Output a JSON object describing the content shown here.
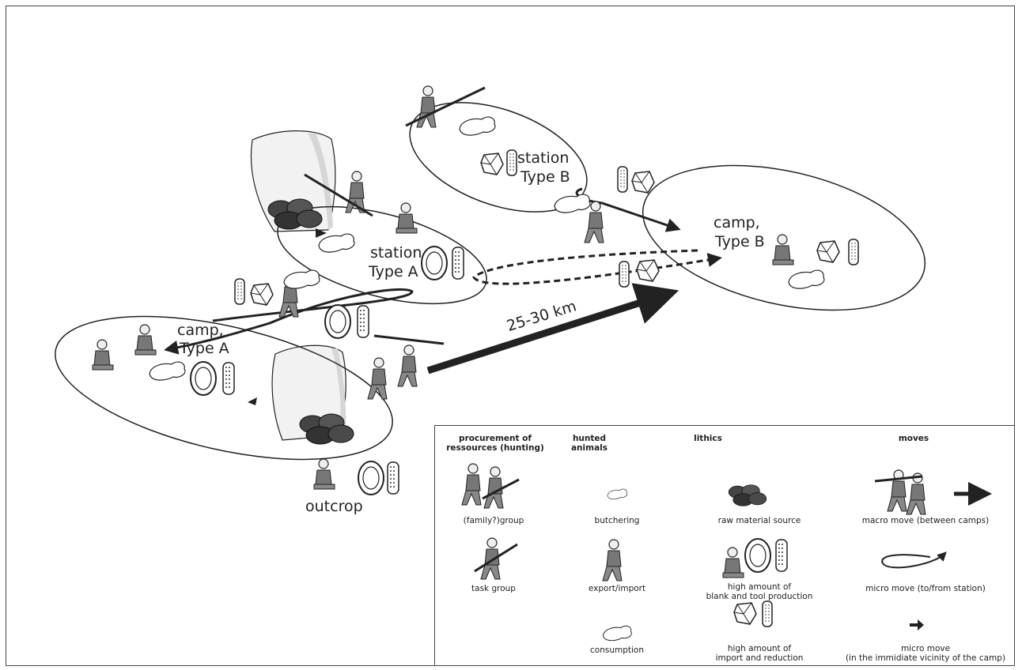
{
  "diagram": {
    "labels": {
      "station_b_line1": "station",
      "station_b_line2": "Type B",
      "station_a_line1": "station",
      "station_a_line2": "Type A",
      "camp_b_line1": "camp,",
      "camp_b_line2": "Type B",
      "camp_a_line1": "camp,",
      "camp_a_line2": "Type A",
      "outcrop": "outcrop",
      "distance": "25-30 km"
    }
  },
  "legend": {
    "headers": {
      "procurement": "procurement of ressources (hunting)",
      "hunted": "hunted animals",
      "lithics": "lithics",
      "moves": "moves"
    },
    "items": {
      "family_group": "(family?)group",
      "task_group": "task group",
      "butchering": "butchering",
      "export_import": "export/import",
      "consumption": "consumption",
      "raw_material": "raw material source",
      "blank_tool_1": "high amount of",
      "blank_tool_2": "blank and tool production",
      "import_reduction_1": "high amount of",
      "import_reduction_2": "import and reduction",
      "macro_move": "macro move (between camps)",
      "micro_move_station": "micro move (to/from station)",
      "micro_move_vicinity_1": "micro move",
      "micro_move_vicinity_2": "(in the immidiate vicinity of the camp)"
    }
  }
}
